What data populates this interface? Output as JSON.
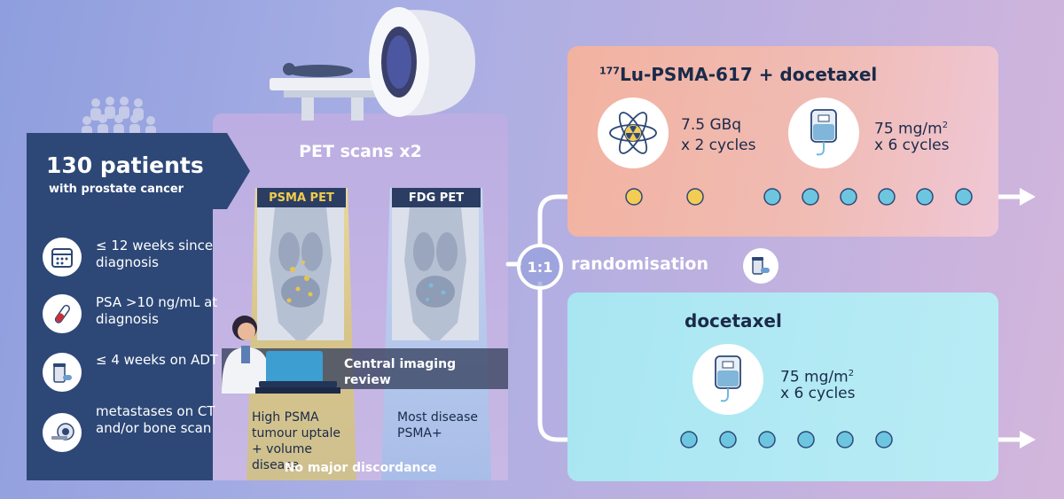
{
  "patients": {
    "count": "130 patients",
    "subtitle": "with prostate cancer",
    "criteria": [
      {
        "icon": "calendar-icon",
        "text": "≤ 12 weeks since diagnosis"
      },
      {
        "icon": "blood-tube-icon",
        "text": "PSA >10 ng/mL at diagnosis"
      },
      {
        "icon": "medication-icon",
        "text": "≤ 4 weeks on ADT"
      },
      {
        "icon": "ct-scanner-icon",
        "text": "metastases on CT and/or bone scan"
      }
    ]
  },
  "pet": {
    "title": "PET scans x2",
    "psma_label": "PSMA PET",
    "fdg_label": "FDG PET",
    "review": "Central imaging review",
    "psma_finding": "High PSMA tumour uptale + volume disease",
    "fdg_finding": "Most disease PSMA+",
    "concordance": "No major discordance"
  },
  "randomisation": {
    "ratio": "1:1",
    "label": "randomisation"
  },
  "arm_top": {
    "superscript": "177",
    "title": "Lu-PSMA-617  +  docetaxel",
    "dose1": "7.5 GBq",
    "cycles1": "x 2 cycles",
    "dose2_value": "75 mg/m",
    "dose2_sup": "2",
    "cycles2": "x 6 cycles",
    "timeline": [
      "yellow",
      "yellow",
      "teal",
      "teal",
      "teal",
      "teal",
      "teal",
      "teal"
    ]
  },
  "arm_bottom": {
    "title": "docetaxel",
    "dose_value": "75 mg/m",
    "dose_sup": "2",
    "cycles": "x 6 cycles",
    "timeline": [
      "teal",
      "teal",
      "teal",
      "teal",
      "teal",
      "teal"
    ]
  },
  "colors": {
    "navy": "#2d4877",
    "yellow_dot": "#f2cc55",
    "teal_dot": "#6dc6e0",
    "top_arm": "#f2b2a0",
    "bottom_arm": "#b9ecf5"
  }
}
